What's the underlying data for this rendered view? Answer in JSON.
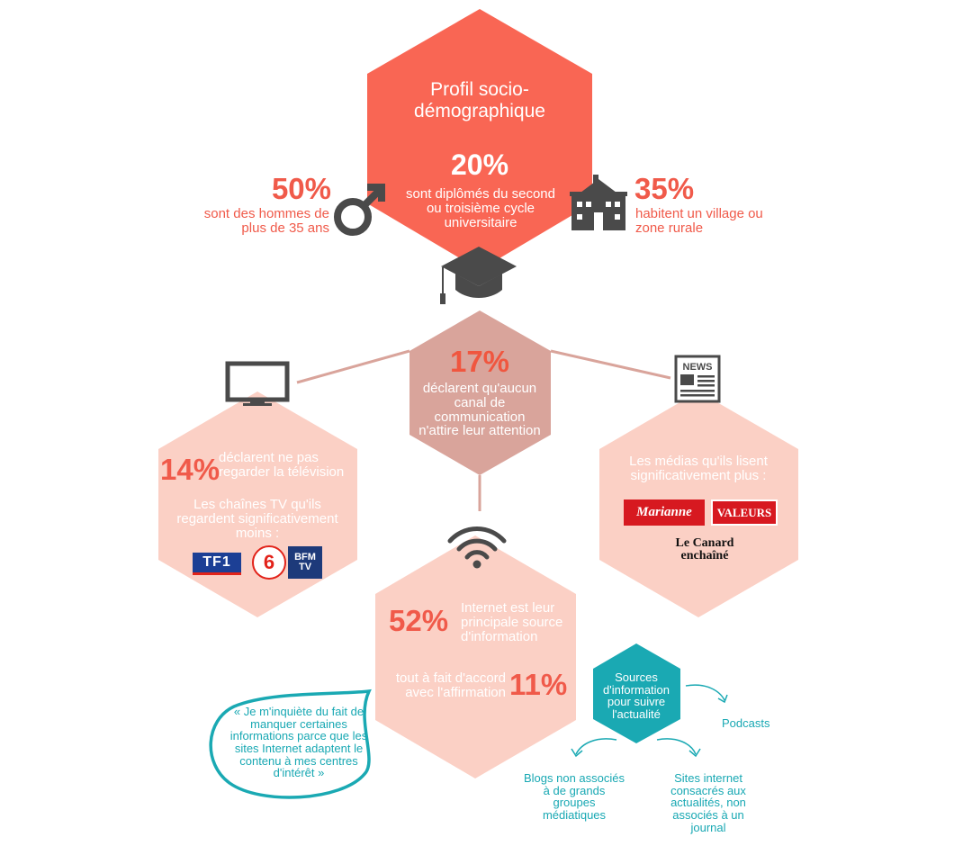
{
  "profile": {
    "title": "Profil socio-démographique",
    "stat_pct": "20%",
    "stat_text": "sont diplômés du second ou troisième cycle universitaire"
  },
  "men": {
    "pct": "50%",
    "text": "sont des hommes de plus de 35 ans"
  },
  "rural": {
    "pct": "35%",
    "text": "habitent un village ou zone rurale"
  },
  "no_channel": {
    "pct": "17%",
    "text": "déclarent qu'aucun canal de communication n'attire leur attention"
  },
  "tv": {
    "pct": "14%",
    "text": "déclarent ne pas regarder la télévision",
    "channels_text": "Les chaînes TV qu'ils regardent significativement moins :",
    "logos": [
      "TF1",
      "6",
      "BFM TV"
    ]
  },
  "press": {
    "text": "Les médias qu'ils lisent significativement plus :",
    "logos": [
      "Marianne",
      "VALEURS",
      "Le Canard enchaîné"
    ]
  },
  "internet": {
    "pct": "52%",
    "text": "Internet est leur principale source d'information",
    "agree_text": "tout à fait d'accord avec l'affirmation",
    "agree_pct": "11%"
  },
  "quote": "« Je m'inquiète du fait de manquer certaines informations parce que les sites Internet adaptent le contenu à mes centres d'intérêt »",
  "sources": {
    "title": "Sources d'information pour suivre l'actualité",
    "items": [
      "Podcasts",
      "Blogs non associés à de grands groupes médiatiques",
      "Sites internet consacrés aux actualités, non associés à un journal"
    ]
  },
  "colors": {
    "main": "#f96654",
    "dusty": "#d9a49b",
    "light": "#fbd0c5",
    "teal": "#1aa9b3",
    "icon": "#4a4a4a"
  },
  "icons": [
    "male-symbol-icon",
    "house-icon",
    "graduation-cap-icon",
    "tv-icon",
    "newspaper-icon",
    "wifi-icon"
  ]
}
